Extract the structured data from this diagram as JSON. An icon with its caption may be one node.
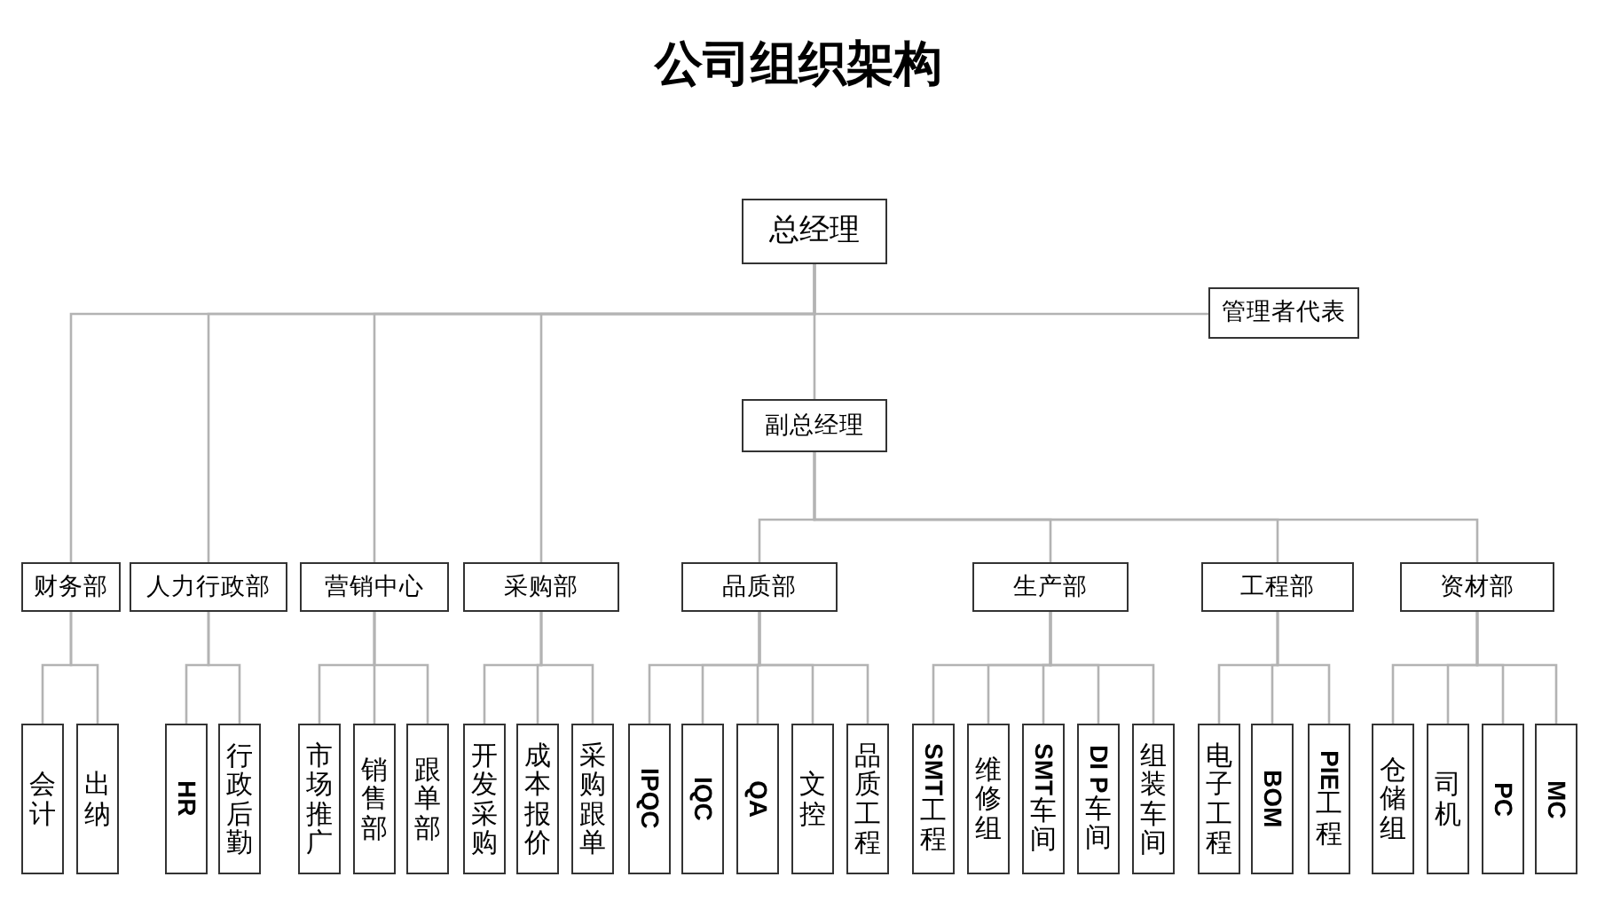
{
  "diagram": {
    "title": "公司组织架构",
    "nodes": [
      {
        "text": [
          "总经理"
        ]
      },
      {
        "text": [
          "管理者代表"
        ]
      },
      {
        "text": [
          "副总经理"
        ]
      },
      {
        "text": [
          "财务部"
        ]
      },
      {
        "text": [
          "人力行政部"
        ]
      },
      {
        "text": [
          "营销中心"
        ]
      },
      {
        "text": [
          "采购部"
        ]
      },
      {
        "text": [
          "品质部"
        ]
      },
      {
        "text": [
          "生产部"
        ]
      },
      {
        "text": [
          "工程部"
        ]
      },
      {
        "text": [
          "资材部"
        ]
      },
      {
        "text": [
          "会计"
        ]
      },
      {
        "text": [
          "出纳"
        ]
      },
      {
        "text": [
          "HR"
        ]
      },
      {
        "text": [
          "行政后勤"
        ]
      },
      {
        "text": [
          "市场推广"
        ]
      },
      {
        "text": [
          "销售部"
        ]
      },
      {
        "text": [
          "跟单部"
        ]
      },
      {
        "text": [
          "开发采购"
        ]
      },
      {
        "text": [
          "成本报价"
        ]
      },
      {
        "text": [
          "采购跟单"
        ]
      },
      {
        "text": [
          "IPQC"
        ]
      },
      {
        "text": [
          "IQC"
        ]
      },
      {
        "text": [
          "QA"
        ]
      },
      {
        "text": [
          "文控"
        ]
      },
      {
        "text": [
          "品质工程"
        ]
      },
      {
        "text": [
          "SMT工程"
        ]
      },
      {
        "text": [
          "维修组"
        ]
      },
      {
        "text": [
          "SMT车间"
        ]
      },
      {
        "text": [
          "DI P车间"
        ]
      },
      {
        "text": [
          "组装车间"
        ]
      },
      {
        "text": [
          "电子工程"
        ]
      },
      {
        "text": [
          "BOM"
        ]
      },
      {
        "text": [
          "PIE工程"
        ]
      },
      {
        "text": [
          "仓储组"
        ]
      },
      {
        "text": [
          "司机"
        ]
      },
      {
        "text": [
          "PC"
        ]
      },
      {
        "text": [
          "MC"
        ]
      }
    ],
    "edges": [
      {
        "from": 0,
        "to": 1,
        "arrow": "none"
      },
      {
        "from": 0,
        "to": 2,
        "arrow": "none"
      },
      {
        "from": 0,
        "to": 3,
        "arrow": "none"
      },
      {
        "from": 0,
        "to": 4,
        "arrow": "none"
      },
      {
        "from": 0,
        "to": 5,
        "arrow": "none"
      },
      {
        "from": 0,
        "to": 6,
        "arrow": "none"
      },
      {
        "from": 2,
        "to": 7,
        "arrow": "none"
      },
      {
        "from": 2,
        "to": 8,
        "arrow": "none"
      },
      {
        "from": 2,
        "to": 9,
        "arrow": "none"
      },
      {
        "from": 2,
        "to": 10,
        "arrow": "none"
      },
      {
        "from": 3,
        "to": 11,
        "arrow": "none"
      },
      {
        "from": 3,
        "to": 12,
        "arrow": "none"
      },
      {
        "from": 4,
        "to": 13,
        "arrow": "none"
      },
      {
        "from": 4,
        "to": 14,
        "arrow": "none"
      },
      {
        "from": 5,
        "to": 15,
        "arrow": "none"
      },
      {
        "from": 5,
        "to": 16,
        "arrow": "none"
      },
      {
        "from": 5,
        "to": 17,
        "arrow": "none"
      },
      {
        "from": 6,
        "to": 18,
        "arrow": "none"
      },
      {
        "from": 6,
        "to": 19,
        "arrow": "none"
      },
      {
        "from": 6,
        "to": 20,
        "arrow": "none"
      },
      {
        "from": 7,
        "to": 21,
        "arrow": "none"
      },
      {
        "from": 7,
        "to": 22,
        "arrow": "none"
      },
      {
        "from": 7,
        "to": 23,
        "arrow": "none"
      },
      {
        "from": 7,
        "to": 24,
        "arrow": "none"
      },
      {
        "from": 7,
        "to": 25,
        "arrow": "none"
      },
      {
        "from": 8,
        "to": 26,
        "arrow": "none"
      },
      {
        "from": 8,
        "to": 27,
        "arrow": "none"
      },
      {
        "from": 8,
        "to": 28,
        "arrow": "none"
      },
      {
        "from": 8,
        "to": 29,
        "arrow": "none"
      },
      {
        "from": 8,
        "to": 30,
        "arrow": "none"
      },
      {
        "from": 9,
        "to": 31,
        "arrow": "none"
      },
      {
        "from": 9,
        "to": 32,
        "arrow": "none"
      },
      {
        "from": 9,
        "to": 33,
        "arrow": "none"
      },
      {
        "from": 10,
        "to": 34,
        "arrow": "none"
      },
      {
        "from": 10,
        "to": 35,
        "arrow": "none"
      },
      {
        "from": 10,
        "to": 36,
        "arrow": "none"
      },
      {
        "from": 10,
        "to": 37,
        "arrow": "none"
      }
    ]
  }
}
